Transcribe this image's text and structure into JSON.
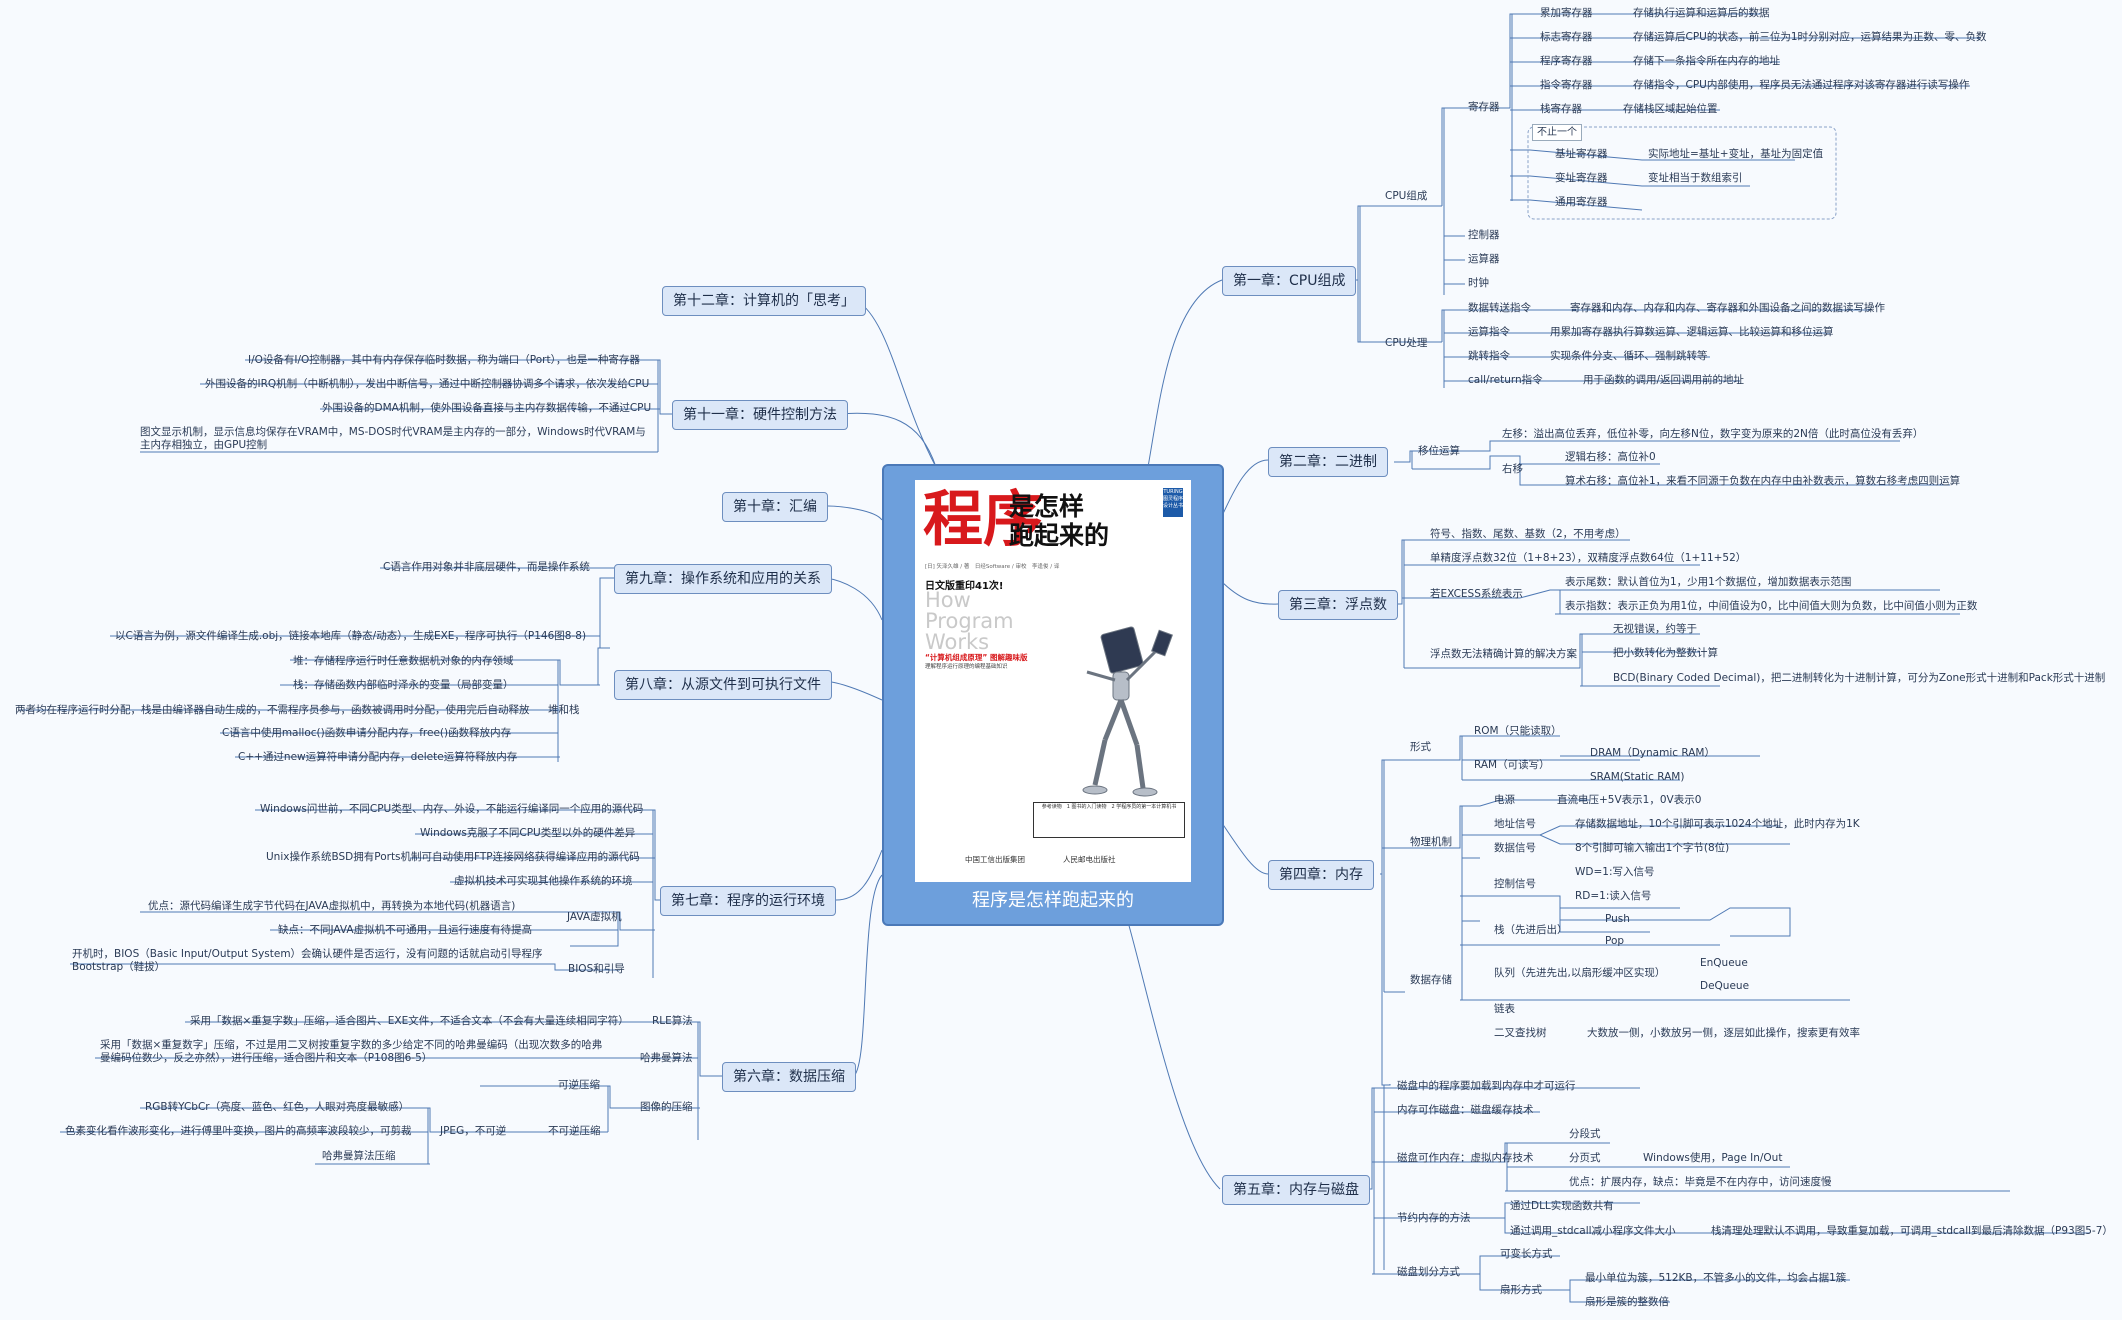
{
  "center": {
    "title": "程序是怎样跑起来的",
    "cover": {
      "big": "程序",
      "big2a": "是怎样",
      "big2b": "跑起来的",
      "badge": "TURING 图灵程序设计丛书",
      "meta": "[日] 矢泽久雄 / 著　日经Software / 审校　李逢俊 / 译",
      "reprint": "日文版重印41次!",
      "en1": "How",
      "en2": "Program",
      "en3": "Works",
      "tag": "“计算机组成原理” 图解趣味版",
      "sub": "理解程序运行原理的编程基础知识",
      "ref": "参考读物　1 图书的入门读物　2 学程序员的第一本计算机书",
      "pub1": "中国工信出版集团",
      "pub2": "人民邮电出版社"
    }
  },
  "ch1": {
    "title": "第一章：CPU组成",
    "cpu_comp": "CPU组成",
    "registers": "寄存器",
    "acc": "累加寄存器",
    "acc_d": "存储执行运算和运算后的数据",
    "flag": "标志寄存器",
    "flag_d": "存储运算后CPU的状态，前三位为1时分别对应，运算结果为正数、零、负数",
    "pc": "程序寄存器",
    "pc_d": "存储下一条指令所在内存的地址",
    "ir": "指令寄存器",
    "ir_d": "存储指令，CPU内部使用，程序员无法通过程序对该寄存器进行读写操作",
    "sp": "栈寄存器",
    "sp_d": "存储栈区域起始位置",
    "multi": "不止一个",
    "base": "基址寄存器",
    "base_d": "实际地址=基址+变址，基址为固定值",
    "index": "变址寄存器",
    "index_d": "变址相当于数组索引",
    "gen": "通用寄存器",
    "ctrl": "控制器",
    "alu": "运算器",
    "clock": "时钟",
    "cpu_proc": "CPU处理",
    "dt": "数据转送指令",
    "dt_d": "寄存器和内存、内存和内存、寄存器和外围设备之间的数据读写操作",
    "arith": "运算指令",
    "arith_d": "用累加寄存器执行算数运算、逻辑运算、比较运算和移位运算",
    "jump": "跳转指令",
    "jump_d": "实现条件分支、循环、强制跳转等",
    "call": "call/return指令",
    "call_d": "用于函数的调用/返回调用前的地址"
  },
  "ch2": {
    "title": "第二章：二进制",
    "shift": "移位运算",
    "left": "左移：溢出高位丢弃，低位补零，向左移N位，数字变为原来的2N倍（此时高位没有丢弃）",
    "right": "右移",
    "logic": "逻辑右移：高位补0",
    "arith": "算术右移：高位补1，来看不同源于负数在内存中由补数表示，算数右移考虑四则运算"
  },
  "ch3": {
    "title": "第三章：浮点数",
    "f1": "符号、指数、尾数、基数（2，不用考虑）",
    "f2": "单精度浮点数32位（1+8+23），双精度浮点数64位（1+11+52）",
    "excess": "若EXCESS系统表示",
    "e1": "表示尾数：默认首位为1，少用1个数据位，增加数据表示范围",
    "e2": "表示指数：表示正负为用1位，中间值设为0，比中间值大则为负数，比中间值小则为正数",
    "solve": "浮点数无法精确计算的解决方案",
    "s1": "无视错误，约等于",
    "s2": "把小数转化为整数计算",
    "s3": "BCD(Binary Coded Decimal)，把二进制转化为十进制计算，可分为Zone形式十进制和Pack形式十进制"
  },
  "ch4": {
    "title": "第四章：内存",
    "form": "形式",
    "rom": "ROM（只能读取）",
    "ram": "RAM（可读写）",
    "dram": "DRAM（Dynamic RAM）",
    "sram": "SRAM(Static RAM)",
    "phys": "物理机制",
    "power": "电源",
    "power_d": "直流电压+5V表示1，0V表示0",
    "addr": "地址信号",
    "addr_d": "存储数据地址，10个引脚可表示1024个地址，此时内存为1K",
    "data": "数据信号",
    "data_d": "8个引脚可输入输出1个字节(8位)",
    "ctl": "控制信号",
    "wd": "WD=1:写入信号",
    "rd": "RD=1:读入信号",
    "store": "数据存储",
    "stack": "栈（先进后出）",
    "push": "Push",
    "pop": "Pop",
    "queue": "队列（先进先出,以扇形缓冲区实现）",
    "enq": "EnQueue",
    "deq": "DeQueue",
    "list": "链表",
    "tree": "二叉查找树",
    "tree_d": "大数放一侧，小数放另一侧，逐层如此操作，搜索更有效率"
  },
  "ch5": {
    "title": "第五章：内存与磁盘",
    "a": "磁盘中的程序要加载到内存中才可运行",
    "b": "内存可作磁盘：磁盘缓存技术",
    "c": "磁盘可作内存：虚拟内存技术",
    "seg": "分段式",
    "page": "分页式",
    "page_d": "Windows使用，Page In/Out",
    "pro": "优点：扩展内存，缺点：毕竟是不在内存中，访问速度慢",
    "save": "节约内存的方法",
    "dll": "通过DLL实现函数共有",
    "stdcall": "通过调用_stdcall减小程序文件大小",
    "stdcall_d": "栈清理处理默认不调用，导致重复加载，可调用_stdcall到最后清除数据（P93图5-7）",
    "div": "磁盘划分方式",
    "var": "可变长方式",
    "sector": "扇形方式",
    "sec1": "最小单位为簇，512KB，不管多小的文件，均会占据1簇",
    "sec2": "扇形是簇的整数倍"
  },
  "ch6": {
    "title": "第六章：数据压缩",
    "rle": "RLE算法",
    "rle_d": "采用「数据×重复字数」压缩，适合图片、EXE文件，不适合文本（不会有大量连续相同字符）",
    "huff": "哈弗曼算法",
    "huff_d": "采用「数据×重复数字」压缩，不过是用二叉树按重复字数的多少给定不同的哈弗曼编码（出现次数多的哈弗曼编码位数少，反之亦然），进行压缩，适合图片和文本（P108图6-5）",
    "img": "图像的压缩",
    "rev": "可逆压缩",
    "irrev": "不可逆压缩",
    "jpeg": "JPEG，不可逆",
    "j1": "RGB转YCbCr（亮度、蓝色、红色，人眼对亮度最敏感）",
    "j2": "色素变化看作波形变化，进行傅里叶变换，图片的高频率波段较少，可剪裁",
    "j3": "哈弗曼算法压缩"
  },
  "ch7": {
    "title": "第七章：程序的运行环境",
    "a": "Windows问世前，不同CPU类型、内存、外设，不能运行编译同一个应用的源代码",
    "b": "Windows克服了不同CPU类型以外的硬件差异",
    "c": "Unix操作系统BSD拥有Ports机制可自动使用FTP连接网络获得编译应用的源代码",
    "d": "虚拟机技术可实现其他操作系统的环境",
    "java": "JAVA虚拟机",
    "j1": "优点：源代码编译生成字节代码在JAVA虚拟机中，再转换为本地代码(机器语言)",
    "j2": "缺点：不同JAVA虚拟机不可通用，且运行速度有待提高",
    "bios": "BIOS和引导",
    "bios_d": "开机时，BIOS（Basic Input/Output System）会确认硬件是否运行，没有问题的话就启动引导程序Bootstrap（鞋拔）"
  },
  "ch8": {
    "title": "第八章：从源文件到可执行文件",
    "a": "以C语言为例，源文件编译生成.obj，链接本地库（静态/动态），生成EXE，程序可执行（P146图8-8)",
    "heapstack": "堆和栈",
    "h1": "堆：存储程序运行时任意数据机对象的内存领域",
    "h2": "栈：存储函数内部临时泽永的变量（局部变量）",
    "h3": "两者均在程序运行时分配，栈是由编译器自动生成的，不需程序员参与，函数被调用时分配，使用完后自动释放",
    "h4": "C语言中使用malloc()函数申请分配内存，free()函数释放内存",
    "h5": "C++通过new运算符申请分配内存，delete运算符释放内存"
  },
  "ch9": {
    "title": "第九章：操作系统和应用的关系",
    "a": "C语言作用对象并非底层硬件，而是操作系统"
  },
  "ch10": {
    "title": "第十章：汇编"
  },
  "ch11": {
    "title": "第十一章：硬件控制方法",
    "a": "I/O设备有I/O控制器，其中有内存保存临时数据，称为端口（Port），也是一种寄存器",
    "b": "外围设备的IRQ机制（中断机制），发出中断信号，通过中断控制器协调多个请求，依次发给CPU",
    "c": "外围设备的DMA机制，使外围设备直接与主内存数据传输，不通过CPU",
    "d": "图文显示机制，显示信息均保存在VRAM中，MS-DOS时代VRAM是主内存的一部分，Windows时代VRAM与主内存相独立，由GPU控制"
  },
  "ch12": {
    "title": "第十二章：计算机的「思考」"
  }
}
